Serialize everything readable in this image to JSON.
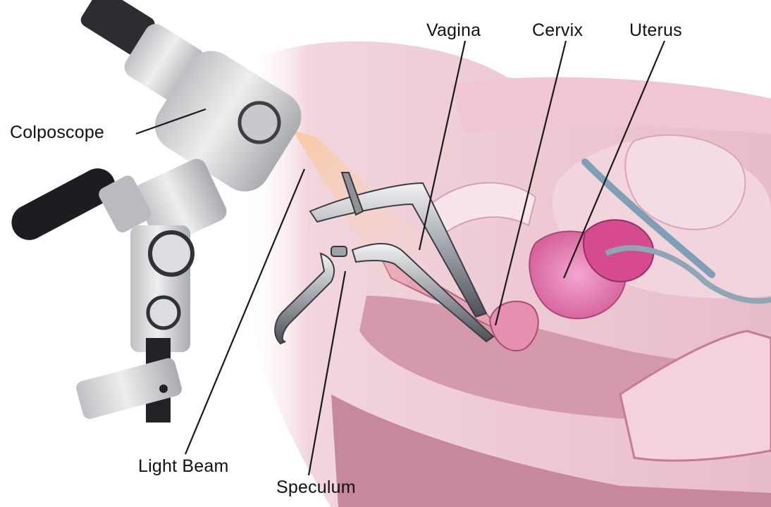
{
  "labels": {
    "colposcope": "Colposcope",
    "vagina": "Vagina",
    "cervix": "Cervix",
    "uterus": "Uterus",
    "light_beam": "Light Beam",
    "speculum": "Speculum"
  },
  "colors": {
    "background": "#ffffff",
    "skin": "#e9b9c6",
    "tissue_light": "#f6d7df",
    "tissue_dark": "#c98599",
    "uterus": "#e486b4",
    "instrument_metal": "#b5b8bd",
    "colposcope_body": "#d7d8da",
    "leader_line": "#1a1a1a",
    "light_beam": "#f7c9a6"
  }
}
